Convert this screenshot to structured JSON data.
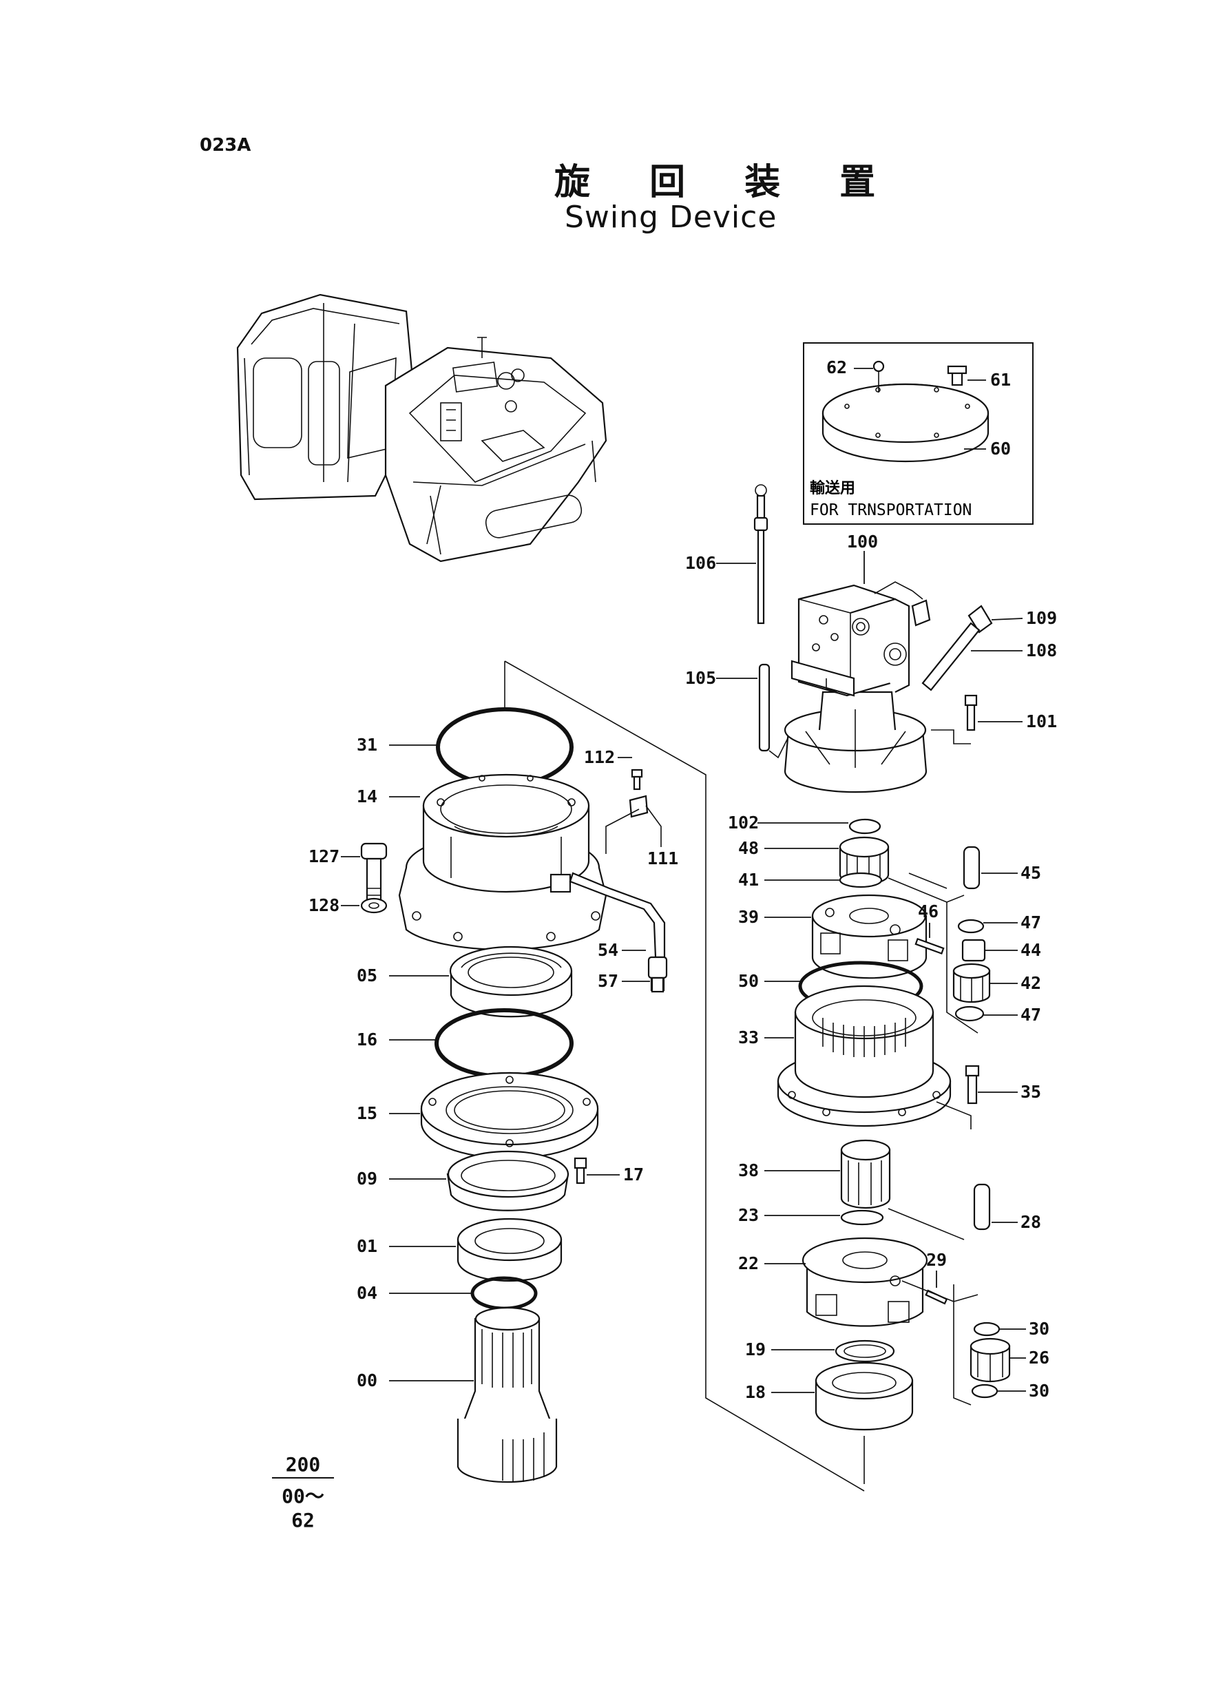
{
  "page_code": "023A",
  "title_jp": "旋 回 装 置",
  "title_en": "Swing Device",
  "inset": {
    "jp_note": "輸送用",
    "en_note": "FOR TRNSPORTATION"
  },
  "reference": {
    "top": "200",
    "bottom": "00～62"
  },
  "labels": {
    "p62": "62",
    "p61": "61",
    "p60": "60",
    "p106": "106",
    "p100": "100",
    "p109": "109",
    "p108": "108",
    "p105": "105",
    "p101": "101",
    "p31": "31",
    "p112": "112",
    "p14": "14",
    "p111": "111",
    "p127": "127",
    "p128": "128",
    "p54": "54",
    "p57": "57",
    "p05": "05",
    "p16": "16",
    "p15": "15",
    "p17": "17",
    "p09": "09",
    "p01": "01",
    "p04": "04",
    "p00": "00",
    "p102": "102",
    "p48": "48",
    "p41": "41",
    "p45": "45",
    "p39": "39",
    "p46": "46",
    "p47a": "47",
    "p44": "44",
    "p42": "42",
    "p47b": "47",
    "p50": "50",
    "p33": "33",
    "p35": "35",
    "p38": "38",
    "p23": "23",
    "p28": "28",
    "p22": "22",
    "p29": "29",
    "p30a": "30",
    "p26": "26",
    "p19": "19",
    "p30b": "30",
    "p18": "18"
  }
}
